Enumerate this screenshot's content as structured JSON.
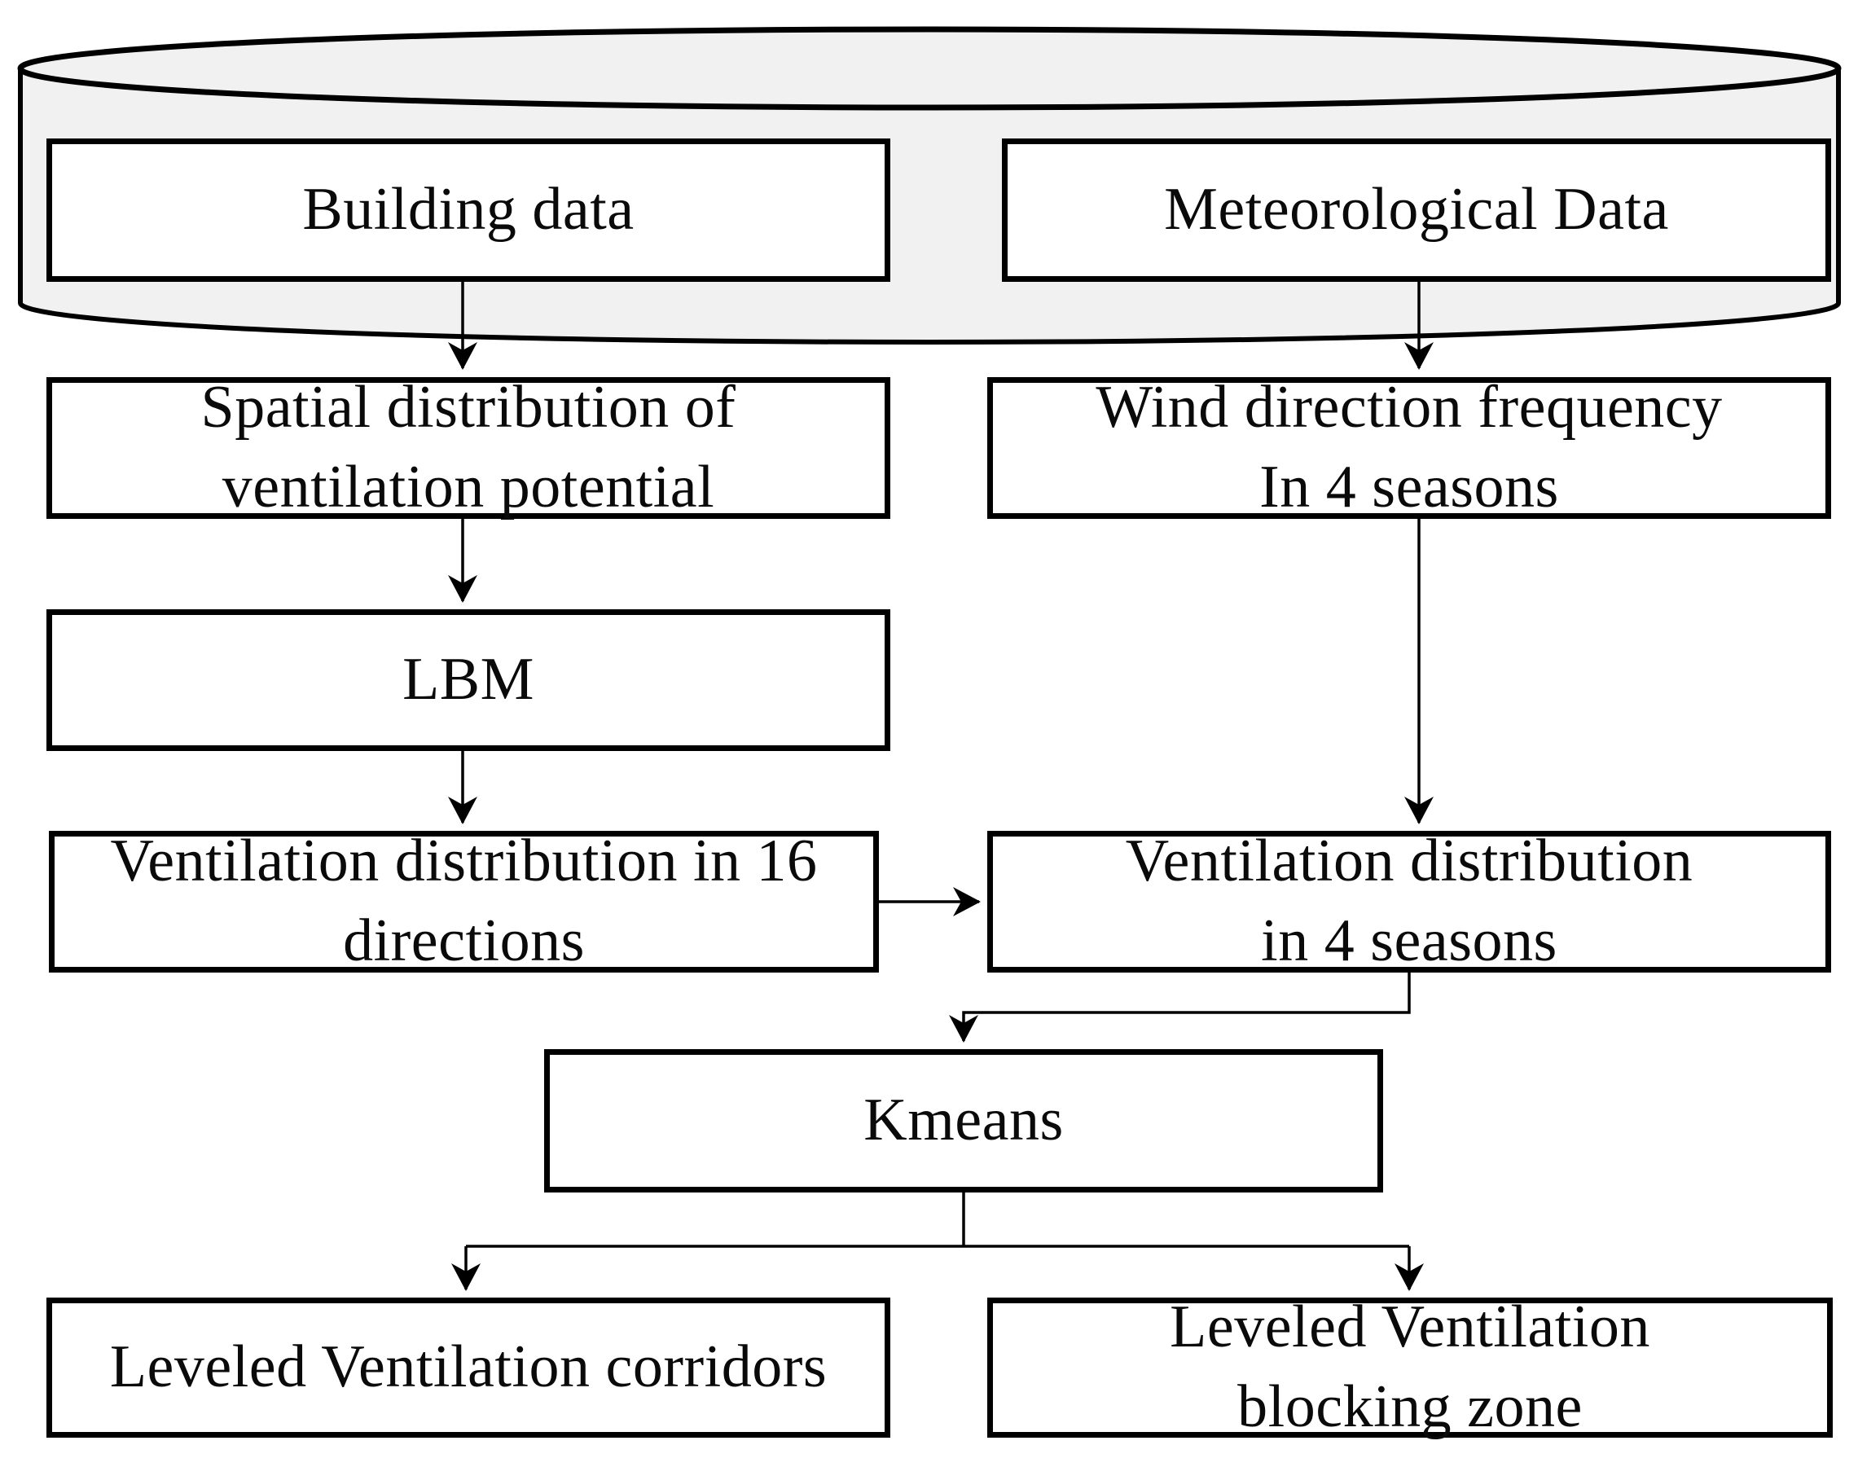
{
  "figure": {
    "type": "flowchart",
    "description": "Workflow for deriving leveled ventilation corridors and blocking zones from building and meteorological data"
  },
  "colors": {
    "background": "#ffffff",
    "box_fill": "#ffffff",
    "box_border": "#000000",
    "cylinder_fill": "#f1f1f1",
    "line": "#000000",
    "text": "#0a0a0a"
  },
  "database": {
    "shape": "cylinder"
  },
  "nodes": {
    "building": {
      "label": "Building data"
    },
    "meteorological": {
      "label": "Meteorological Data"
    },
    "spatial": {
      "label": "Spatial distribution of\nventilation potential"
    },
    "wind": {
      "label": "Wind direction frequency\nIn 4 seasons"
    },
    "lbm": {
      "label": "LBM"
    },
    "vent16": {
      "label": "Ventilation distribution in 16\ndirections"
    },
    "vent4": {
      "label": "Ventilation distribution\nin 4 seasons"
    },
    "kmeans": {
      "label": "Kmeans"
    },
    "corridors": {
      "label": "Leveled Ventilation corridors"
    },
    "blocking": {
      "label": "Leveled Ventilation\nblocking zone"
    }
  },
  "edges": [
    {
      "from": "building",
      "to": "spatial"
    },
    {
      "from": "meteorological",
      "to": "wind"
    },
    {
      "from": "spatial",
      "to": "lbm"
    },
    {
      "from": "lbm",
      "to": "vent16"
    },
    {
      "from": "wind",
      "to": "vent4"
    },
    {
      "from": "vent16",
      "to": "vent4"
    },
    {
      "from": "vent4",
      "to": "kmeans"
    },
    {
      "from": "kmeans",
      "to": "corridors"
    },
    {
      "from": "kmeans",
      "to": "blocking"
    }
  ]
}
